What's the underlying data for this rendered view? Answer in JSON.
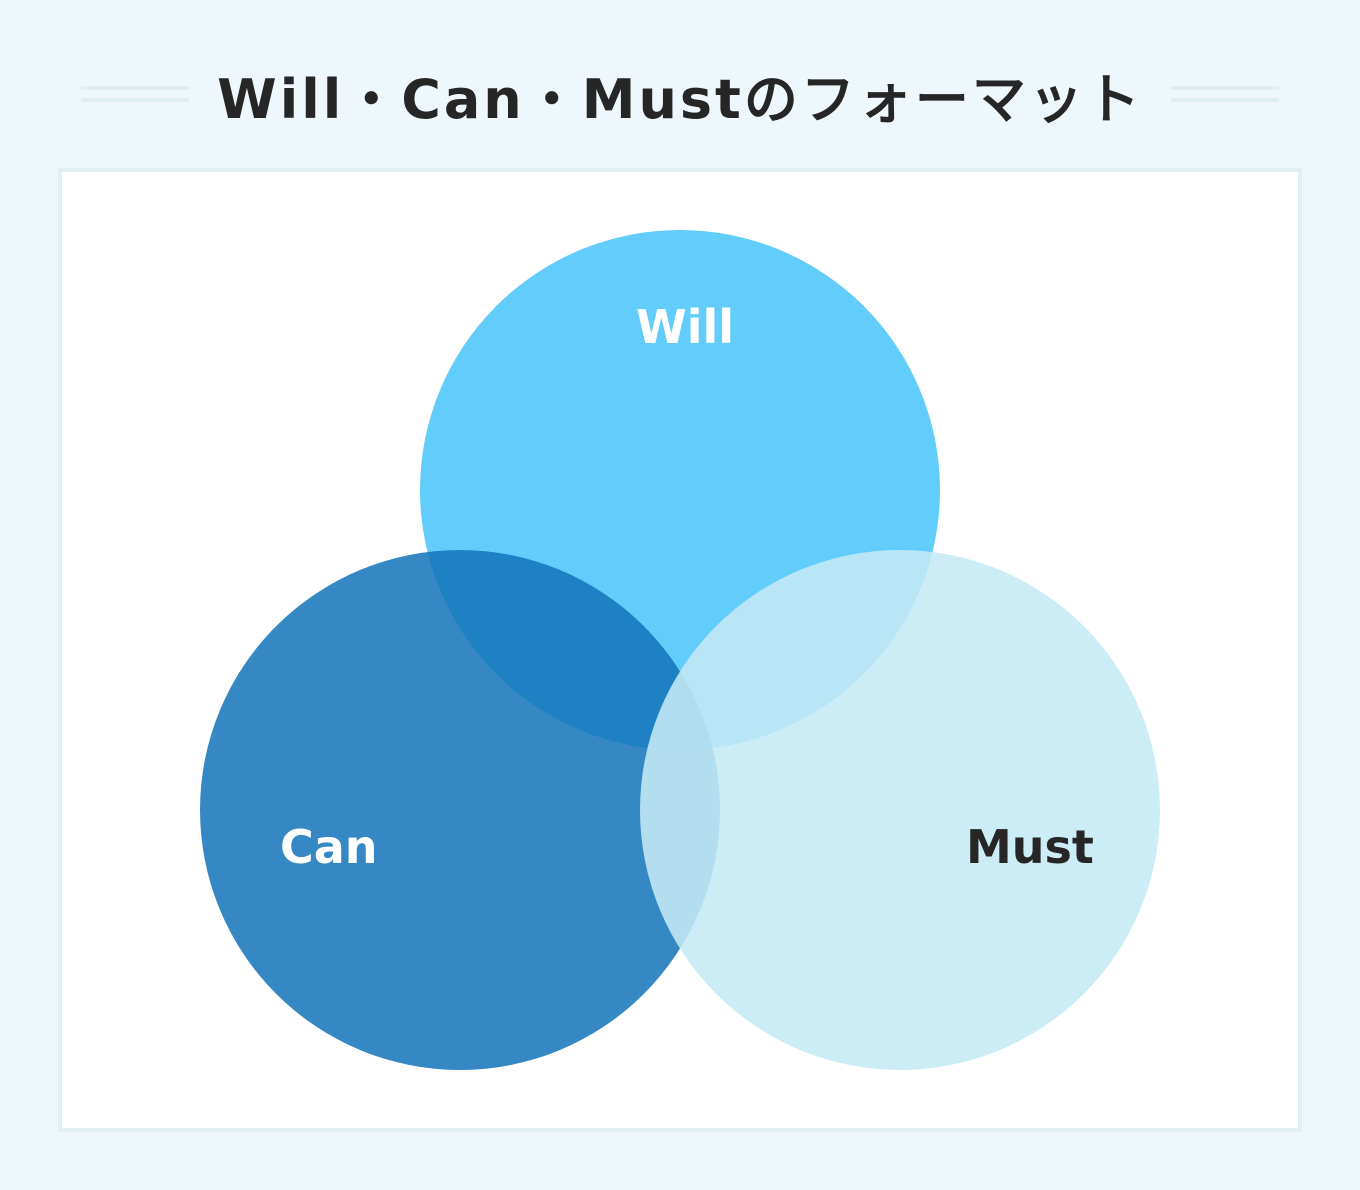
{
  "title": "Will・Can・Mustのフォーマット",
  "diagram": {
    "type": "venn",
    "sets": [
      {
        "id": "will",
        "label": "Will",
        "color": "#62CDFA",
        "label_color": "#FFFFFF"
      },
      {
        "id": "can",
        "label": "Can",
        "color": "#368DC8",
        "label_color": "#FFFFFF"
      },
      {
        "id": "must",
        "label": "Must",
        "color": "#CAEBF6",
        "label_color": "#262626"
      }
    ],
    "overlap_colors": {
      "will_can": "#1582C4",
      "will_must": "#B8E6F6",
      "can_must": "#B4DFEF"
    }
  },
  "colors": {
    "background": "#EEF8FC",
    "panel": "#FFFFFF",
    "panel_border": "#E0EFF3",
    "title_text": "#262626"
  }
}
